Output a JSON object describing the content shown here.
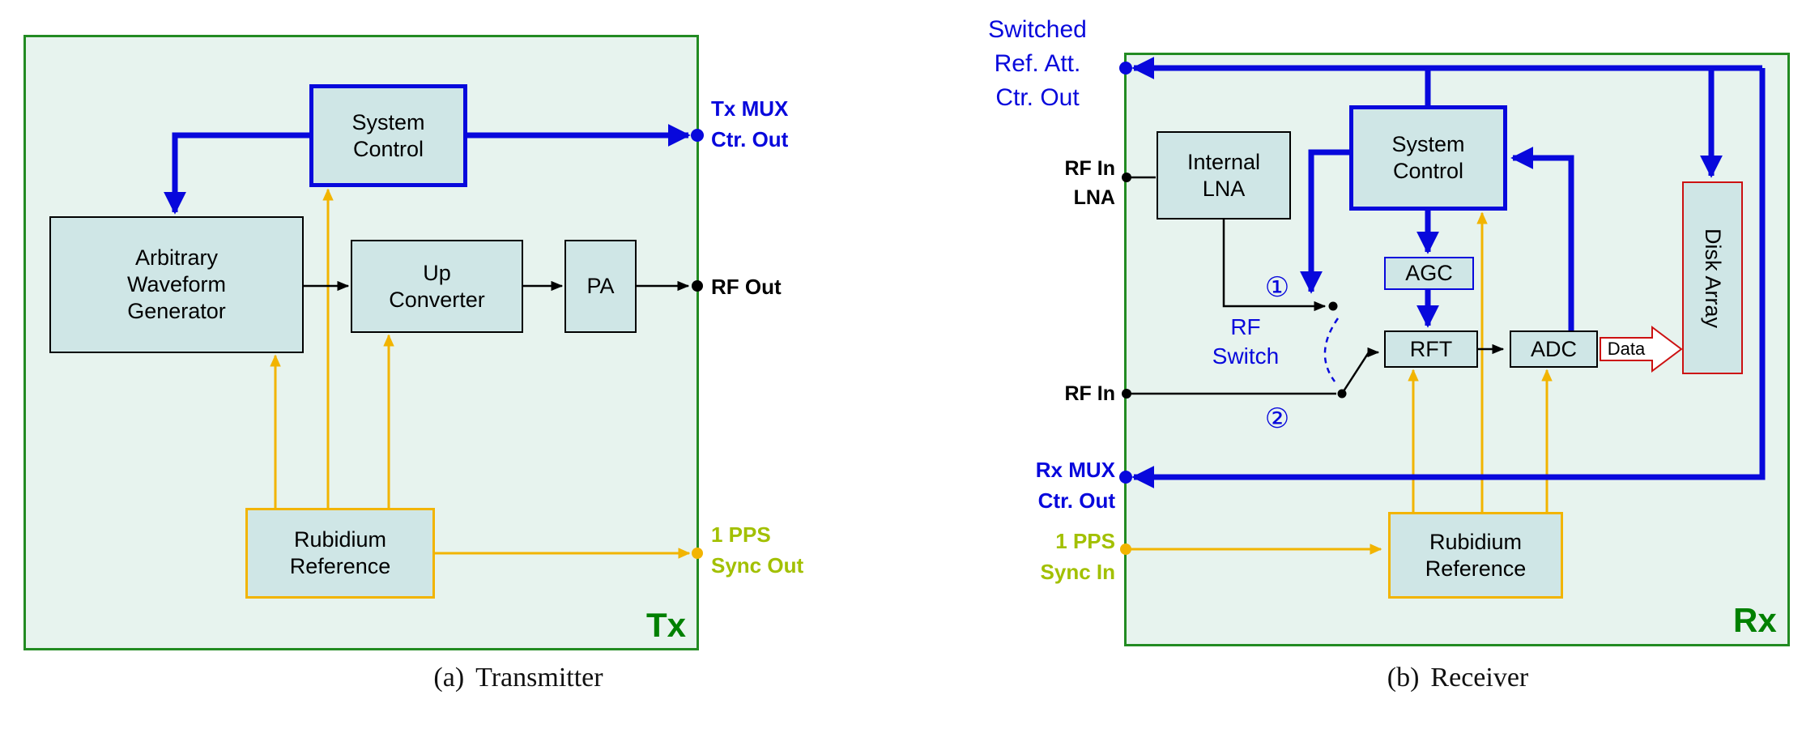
{
  "panel_a": {
    "caption_index": "(a)",
    "caption_title": "Transmitter",
    "corner_tag": "Tx",
    "blocks": {
      "system_control": [
        "System",
        "Control"
      ],
      "arbitrary_waveform_generator": [
        "Arbitrary",
        "Waveform",
        "Generator"
      ],
      "up_converter": [
        "Up",
        "Converter"
      ],
      "pa": [
        "PA"
      ],
      "rubidium_reference": [
        "Rubidium",
        "Reference"
      ]
    },
    "ports": {
      "tx_mux_ctr_out": [
        "Tx MUX",
        "Ctr. Out"
      ],
      "rf_out": "RF Out",
      "pps_sync_out": [
        "1 PPS",
        "Sync Out"
      ]
    }
  },
  "panel_b": {
    "caption_index": "(b)",
    "caption_title": "Receiver",
    "corner_tag": "Rx",
    "blocks": {
      "internal_lna": [
        "Internal",
        "LNA"
      ],
      "system_control": [
        "System",
        "Control"
      ],
      "agc": "AGC",
      "rft": "RFT",
      "adc": "ADC",
      "disk_array": "Disk Array",
      "rubidium_reference": [
        "Rubidium",
        "Reference"
      ]
    },
    "ports": {
      "switched_ref_att_ctr_out": [
        "Switched",
        "Ref. Att.",
        "Ctr. Out"
      ],
      "rf_in_lna": [
        "RF In",
        "LNA"
      ],
      "rf_in": "RF In",
      "rx_mux_ctr_out": [
        "Rx MUX",
        "Ctr. Out"
      ],
      "pps_sync_in": [
        "1 PPS",
        "Sync In"
      ]
    },
    "rf_switch": {
      "label": [
        "RF",
        "Switch"
      ],
      "position_1": "①",
      "position_2": "②"
    },
    "data_arrow_label": "Data"
  },
  "colors": {
    "panel_border_green": "#228b22",
    "panel_fill": "#e7f3ee",
    "block_fill": "#cfe6e6",
    "control_blue": "#0808dc",
    "reference_gold": "#f2b400",
    "pps_yellow_green": "#a2c000",
    "corner_tag_green": "#008000",
    "disk_data_red": "#cc1111"
  }
}
